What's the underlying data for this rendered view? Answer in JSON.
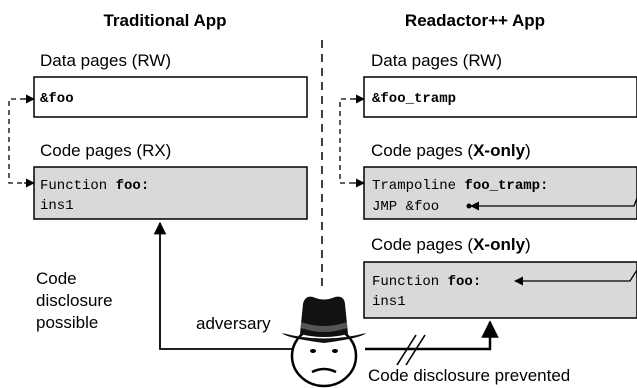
{
  "left": {
    "heading": "Traditional App",
    "data_label": "Data pages (RW)",
    "data_box": "&foo",
    "code_label": "Code pages (RX)",
    "code_line1_plain": "Function ",
    "code_line1_bold": "foo:",
    "code_line2": "ins1",
    "disclosure_line1": "Code",
    "disclosure_line2": "disclosure",
    "disclosure_line3": "possible"
  },
  "right": {
    "heading": "Readactor++ App",
    "data_label": "Data pages (RW)",
    "data_box": "&foo_tramp",
    "tramp_label_prefix": "Code pages (",
    "tramp_label_bold": "X-only",
    "tramp_label_suffix": ")",
    "tramp_line1_plain": "Trampoline ",
    "tramp_line1_bold": "foo_tramp:",
    "tramp_line2": "JMP &foo",
    "func_label_prefix": "Code pages (",
    "func_label_bold": "X-only",
    "func_label_suffix": ")",
    "func_line1_plain": "Function ",
    "func_line1_bold": "foo:",
    "func_line2": "ins1",
    "prevented_text": "Code disclosure prevented"
  },
  "adversary_label": "adversary",
  "colors": {
    "code_box_fill": "#d9d9d9",
    "data_box_fill": "#ffffff",
    "stroke": "#000000"
  },
  "icons": [
    "spy-hat-icon",
    "adversary-face-icon"
  ]
}
